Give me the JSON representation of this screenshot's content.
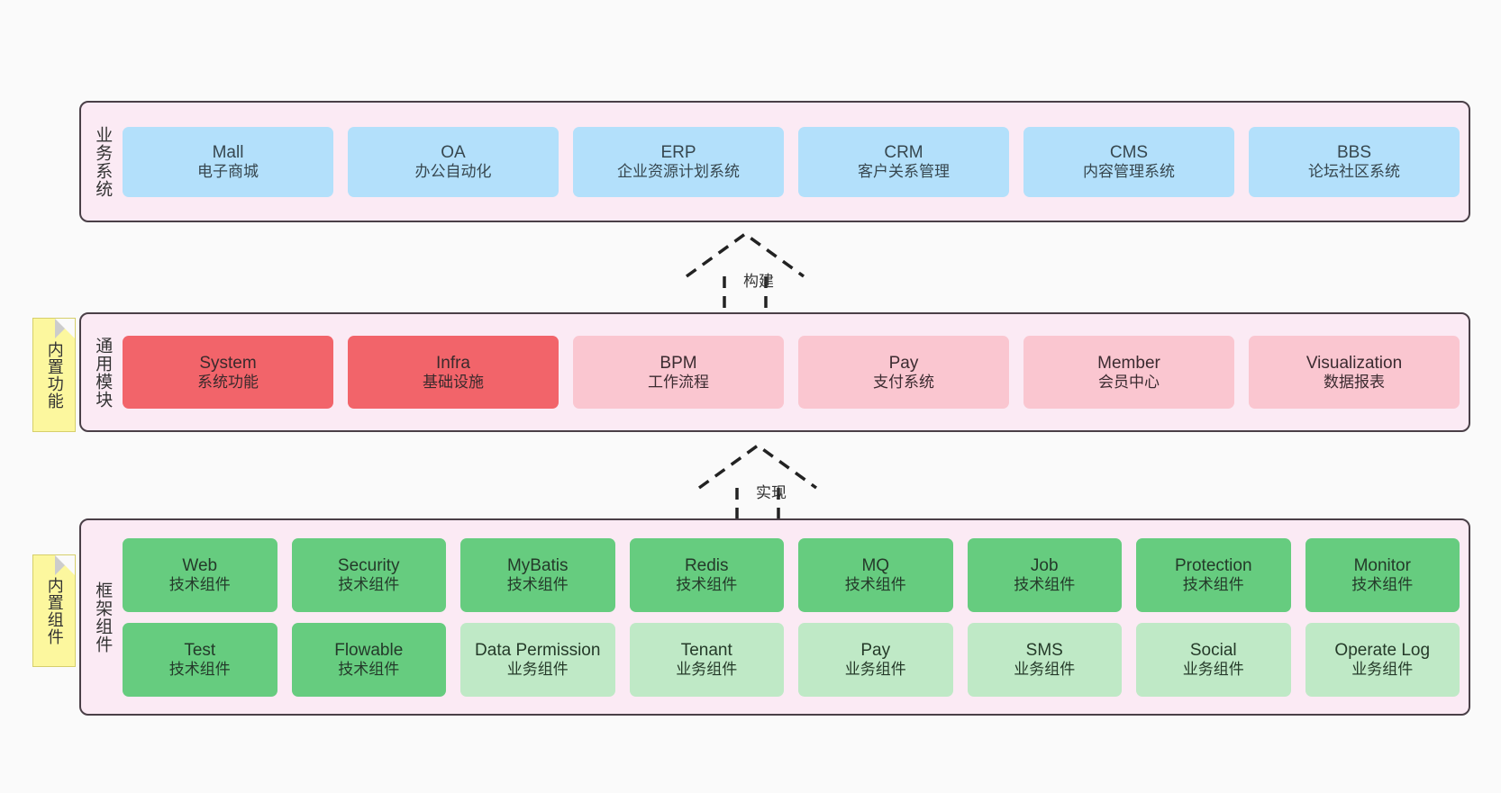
{
  "diagram": {
    "background_color": "#fafafa",
    "panel_color": "#fbeaf4",
    "panel_border_color": "#4a3f47"
  },
  "layers": [
    {
      "id": "business-system",
      "title": "业务系统",
      "sticky": null,
      "rows": [
        {
          "cards": [
            {
              "name": "Mall",
              "desc": "电子商城",
              "color": "#b3e0fb",
              "variant": "c-blue"
            },
            {
              "name": "OA",
              "desc": "办公自动化",
              "color": "#b3e0fb",
              "variant": "c-blue"
            },
            {
              "name": "ERP",
              "desc": "企业资源计划系统",
              "color": "#b3e0fb",
              "variant": "c-blue"
            },
            {
              "name": "CRM",
              "desc": "客户关系管理",
              "color": "#b3e0fb",
              "variant": "c-blue"
            },
            {
              "name": "CMS",
              "desc": "内容管理系统",
              "color": "#b3e0fb",
              "variant": "c-blue"
            },
            {
              "name": "BBS",
              "desc": "论坛社区系统",
              "color": "#b3e0fb",
              "variant": "c-blue"
            }
          ]
        }
      ]
    },
    {
      "id": "common-module",
      "title": "通用模块",
      "sticky": "内置功能",
      "rows": [
        {
          "cards": [
            {
              "name": "System",
              "desc": "系统功能",
              "color": "#f2646a",
              "variant": "c-red"
            },
            {
              "name": "Infra",
              "desc": "基础设施",
              "color": "#f2646a",
              "variant": "c-red"
            },
            {
              "name": "BPM",
              "desc": "工作流程",
              "color": "#fac6d0",
              "variant": "c-pink"
            },
            {
              "name": "Pay",
              "desc": "支付系统",
              "color": "#fac6d0",
              "variant": "c-pink"
            },
            {
              "name": "Member",
              "desc": "会员中心",
              "color": "#fac6d0",
              "variant": "c-pink"
            },
            {
              "name": "Visualization",
              "desc": "数据报表",
              "color": "#fac6d0",
              "variant": "c-pink"
            }
          ]
        }
      ]
    },
    {
      "id": "framework-component",
      "title": "框架组件",
      "sticky": "内置组件",
      "rows": [
        {
          "cards": [
            {
              "name": "Web",
              "desc": "技术组件",
              "color": "#66cc7f",
              "variant": "c-green"
            },
            {
              "name": "Security",
              "desc": "技术组件",
              "color": "#66cc7f",
              "variant": "c-green"
            },
            {
              "name": "MyBatis",
              "desc": "技术组件",
              "color": "#66cc7f",
              "variant": "c-green"
            },
            {
              "name": "Redis",
              "desc": "技术组件",
              "color": "#66cc7f",
              "variant": "c-green"
            },
            {
              "name": "MQ",
              "desc": "技术组件",
              "color": "#66cc7f",
              "variant": "c-green"
            },
            {
              "name": "Job",
              "desc": "技术组件",
              "color": "#66cc7f",
              "variant": "c-green"
            },
            {
              "name": "Protection",
              "desc": "技术组件",
              "color": "#66cc7f",
              "variant": "c-green"
            },
            {
              "name": "Monitor",
              "desc": "技术组件",
              "color": "#66cc7f",
              "variant": "c-green"
            }
          ]
        },
        {
          "cards": [
            {
              "name": "Test",
              "desc": "技术组件",
              "color": "#66cc7f",
              "variant": "c-green"
            },
            {
              "name": "Flowable",
              "desc": "技术组件",
              "color": "#66cc7f",
              "variant": "c-green"
            },
            {
              "name": "Data Permission",
              "desc": "业务组件",
              "color": "#bfe9c6",
              "variant": "c-lightgreen",
              "wrap": true
            },
            {
              "name": "Tenant",
              "desc": "业务组件",
              "color": "#bfe9c6",
              "variant": "c-lightgreen"
            },
            {
              "name": "Pay",
              "desc": "业务组件",
              "color": "#bfe9c6",
              "variant": "c-lightgreen"
            },
            {
              "name": "SMS",
              "desc": "业务组件",
              "color": "#bfe9c6",
              "variant": "c-lightgreen"
            },
            {
              "name": "Social",
              "desc": "业务组件",
              "color": "#bfe9c6",
              "variant": "c-lightgreen"
            },
            {
              "name": "Operate Log",
              "desc": "业务组件",
              "color": "#bfe9c6",
              "variant": "c-lightgreen"
            }
          ]
        }
      ]
    }
  ],
  "connectors": [
    {
      "id": "build",
      "label": "构建",
      "style": "dashed-hollow-arrow-up"
    },
    {
      "id": "implement",
      "label": "实现",
      "style": "dashed-hollow-arrow-up"
    }
  ]
}
